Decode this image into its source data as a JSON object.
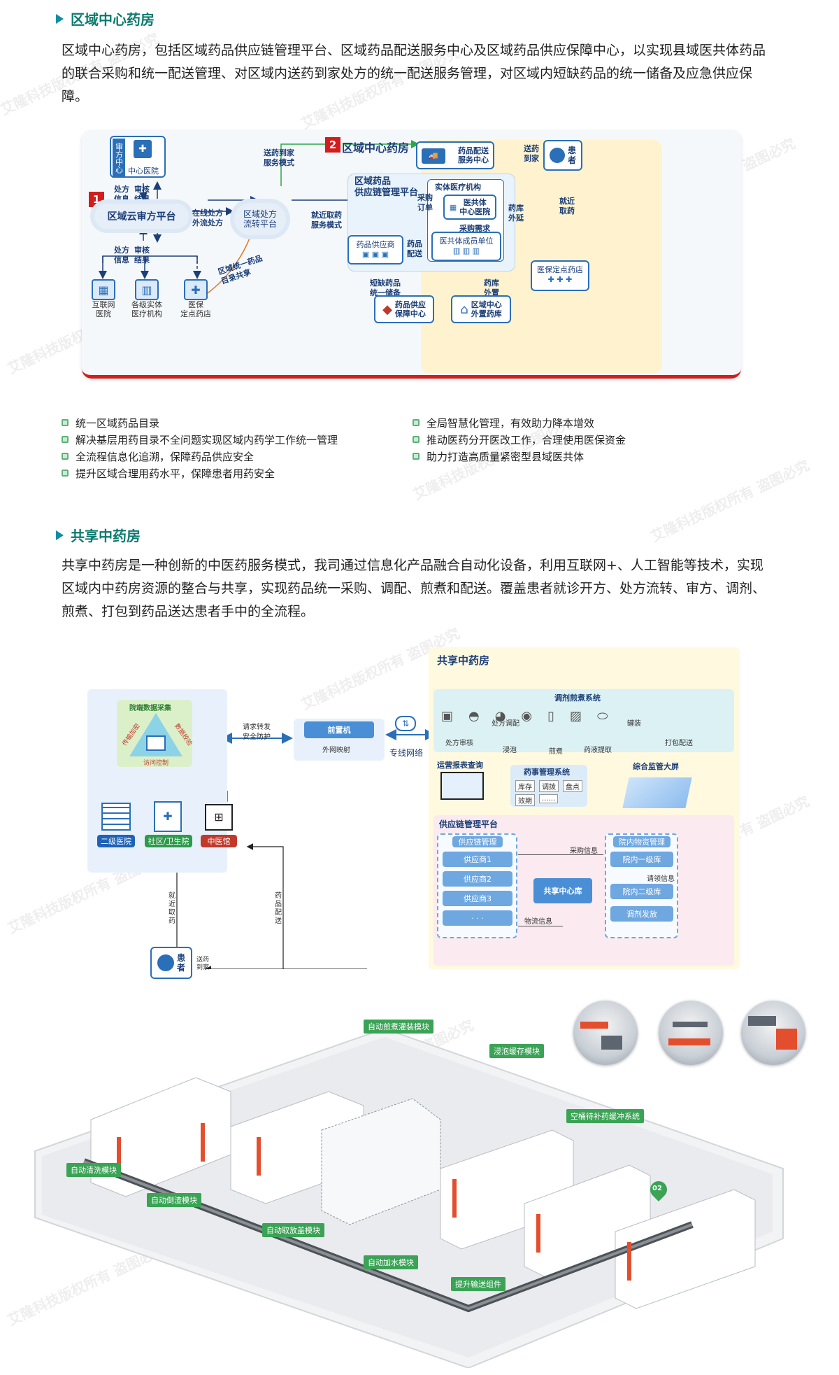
{
  "section1": {
    "title": "区域中心药房",
    "paragraph": "区域中心药房，包括区域药品供应链管理平台、区域药品配送服务中心及区域药品供应保障中心，以实现县域医共体药品的联合采购和统一配送管理、对区域内送药到家处方的统一配送服务管理，对区域内短缺药品的统一储备及应急供应保障。"
  },
  "diagram1": {
    "num1": "1",
    "num2": "2",
    "audit_vertical": "审方中心",
    "center_hospital": "中心医院",
    "rx_info_top": "处方\n信息",
    "audit_result_top": "审核\n结果",
    "cloud_audit": "区域云审方平台",
    "online_rx": "在线处方\n外流处方",
    "rx_flow_platform": "区域处方\n流转平台",
    "delivery_home_mode": "送药到家\n服务模式",
    "nearby_pickup_mode": "就近取药\n服务模式",
    "catalog_share": "区域统一药品\n目录共享",
    "rx_info_bottom": "处方\n信息",
    "audit_result_bottom": "审核\n结果",
    "internet_hospital": "互联网\n医院",
    "entity_institutions": "各级实体\n医疗机构",
    "insurance_pharmacy": "医保\n定点药店",
    "zone2_title": "区域中心药房",
    "delivery_center": "药品配送\n服务中心",
    "send_home": "送药\n到家",
    "patient": "患\n者",
    "supply_chain_platform": "区域药品\n供应链管理平台",
    "entity_medical": "实体医疗机构",
    "purchase_order": "采购\n订单",
    "community_center_hospital": "医共体\n中心医院",
    "warehouse_outsource_1": "药库\n外延",
    "purchase_demand": "采购需求",
    "nearby_pickup": "就近\n取药",
    "supplier": "药品供应商",
    "drug_delivery": "药品\n配送",
    "member_units": "医共体成员单位",
    "insurance_store": "医保定点药店",
    "shortage_reserve": "短缺药品\n统一储备",
    "supply_guarantee": "药品供应\n保障中心",
    "warehouse_outsource_2": "药库\n外置",
    "regional_external_warehouse": "区域中心\n外置药库"
  },
  "bullets_left": [
    "统一区域药品目录",
    "解决基层用药目录不全问题实现区域内药学工作统一管理",
    "全流程信息化追溯，保障药品供应安全",
    "提升区域合理用药水平，保障患者用药安全"
  ],
  "bullets_right": [
    "全局智慧化管理，有效助力降本增效",
    "推动医药分开医改工作，合理使用医保资金",
    "助力打造高质量紧密型县域医共体"
  ],
  "section2": {
    "title": "共享中药房",
    "paragraph": "共享中药房是一种创新的中医药服务模式，我司通过信息化产品融合自动化设备，利用互联网+、人工智能等技术，实现区域内中药房资源的整合与共享，实现药品统一采购、调配、煎煮和配送。覆盖患者就诊开方、处方流转、审方、调剂、煎煮、打包到药品送达患者手中的全流程。"
  },
  "diagram2": {
    "hospital_data": "院端数据采集",
    "tri_left": "传输加密",
    "tri_right": "数据校验",
    "tri_bottom": "访问控制",
    "req_forward": "请求转发\n安全防护",
    "front_machine": "前置机",
    "external_map": "外网映射",
    "dedicated_net": "专线网络",
    "h2": "二级医院",
    "community": "社区/卫生院",
    "tcm_clinic": "中医馆",
    "shared_title": "共享中药房",
    "decoct_system": "调剂煎煮系统",
    "rx_review": "处方审核",
    "rx_dispense": "处方调配",
    "soak": "浸泡",
    "decoct": "煎煮",
    "extract": "药液提取",
    "can": "罐装",
    "pack_delivery": "打包配送",
    "ops_report": "运营报表查询",
    "pharmacy_mgmt": "药事管理系统",
    "mgmt_items": [
      "库存",
      "调拨",
      "盘点",
      "效期",
      "......"
    ],
    "monitor_screen": "综合监管大屏",
    "supply_platform": "供应链管理平台",
    "supply_mgmt": "供应链管理",
    "suppliers": [
      "供应商1",
      "供应商2",
      "供应商3",
      "· · ·"
    ],
    "purchase_info": "采购信息",
    "shared_center_store": "共享中心库",
    "logistics_info": "物流信息",
    "inhouse_material": "院内物资管理",
    "inhouse_l1": "院内一级库",
    "claim_info": "请领信息",
    "inhouse_l2": "院内二级库",
    "dispense_issue": "调剂发放",
    "nearby_pickup": "就近\n取药",
    "drug_delivery": "药品\n配送",
    "patient": "患\n者",
    "send_home": "送药\n到家"
  },
  "plant_tags": [
    "自动煎煮灌装模块",
    "浸泡缓存模块",
    "空桶待补药缓冲系统",
    "自动清洗模块",
    "自动倒渣模块",
    "自动取放盖模块",
    "自动加水模块",
    "提升输送组件"
  ],
  "plant_marker": "02",
  "watermark": "艾隆科技版权所有 盗图必究"
}
